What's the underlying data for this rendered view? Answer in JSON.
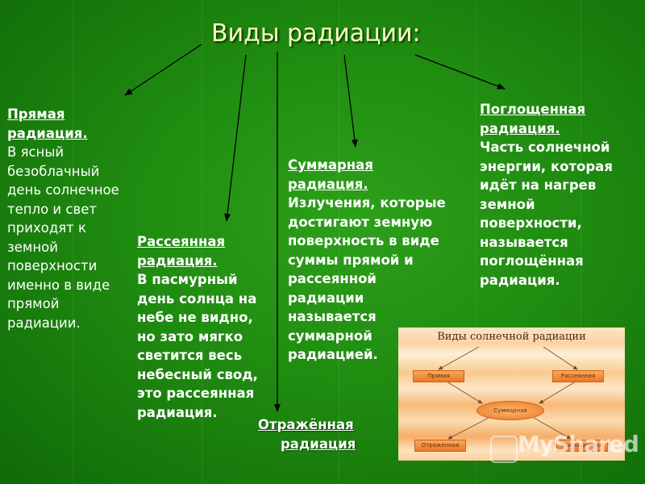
{
  "title": "Виды радиации:",
  "blocks": {
    "direct": {
      "heading_l1": "Прямая",
      "heading_l2": "радиация.",
      "lines": [
        "В ясный",
        "безоблачный",
        "день солнечное",
        "тепло и свет",
        "приходят к",
        "земной",
        "поверхности",
        "именно в виде",
        "прямой",
        "радиации."
      ]
    },
    "diffuse": {
      "heading_l1": "Рассеянная",
      "heading_l2": "радиация.",
      "lines": [
        "В пасмурный",
        "день солнца на",
        "небе не видно,",
        "но зато мягко",
        "светится весь",
        "небесный свод,",
        "это рассеянная",
        "радиация."
      ]
    },
    "total": {
      "heading_l1": "Суммарная",
      "heading_l2": "радиация.",
      "lines": [
        "Излучения, которые",
        "достигают земную",
        "поверхность в виде",
        "суммы прямой и",
        "рассеянной",
        "радиации",
        "называется",
        "суммарной",
        "радиацией."
      ]
    },
    "absorbed": {
      "heading_l1": "Поглощенная",
      "heading_l2": "радиация.",
      "lines": [
        "Часть солнечной",
        "энергии, которая",
        "идёт на нагрев",
        "земной",
        "поверхности,",
        "называется",
        "поглощённая",
        "радиация."
      ]
    },
    "reflected": {
      "line1": "Отражённая",
      "line2": "радиация"
    }
  },
  "inset": {
    "title": "Виды   солнечной  радиации",
    "box_direct": "Прямая",
    "box_diffuse": "Рассеянная",
    "ellipse_total": "Суммарная",
    "box_reflected": "Отраженная",
    "box_absorbed": "Поглощенная"
  },
  "watermark": "MyShared",
  "colors": {
    "background": "#1f8a10",
    "title": "#ffffc0",
    "text": "#ffffff",
    "arrow": "#000000"
  }
}
